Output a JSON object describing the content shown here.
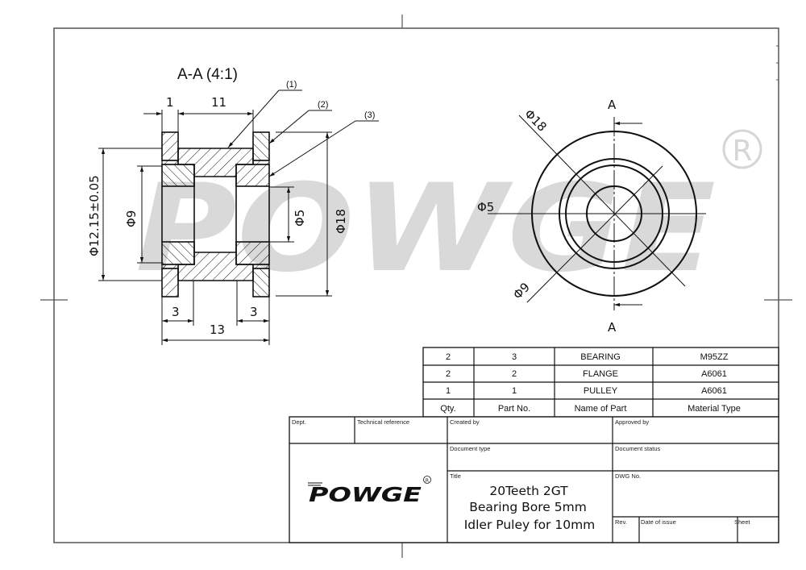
{
  "section_view": {
    "title": "A-A (4:1)",
    "callouts": [
      "(1)",
      "(2)",
      "(3)"
    ],
    "dimensions": {
      "flange_width": "1",
      "hub_length": "11",
      "bearing_width_left": "3",
      "bearing_width_right": "3",
      "overall_length": "13",
      "pitch_diameter": "Φ12.15±0.05",
      "bearing_od": "Φ9",
      "bore": "Φ5",
      "flange_od": "Φ18"
    }
  },
  "front_view": {
    "section_marker_top": "A",
    "section_marker_bottom": "A",
    "dimensions": {
      "outer": "Φ18",
      "bore": "Φ5",
      "bearing": "Φ9"
    }
  },
  "watermark": {
    "text": "POWGE",
    "registered_mark": "®"
  },
  "parts_table": {
    "headers": [
      "Qty.",
      "Part No.",
      "Name of Part",
      "Material Type"
    ],
    "rows": [
      {
        "qty": "2",
        "part_no": "3",
        "name": "BEARING",
        "material": "M95ZZ"
      },
      {
        "qty": "2",
        "part_no": "2",
        "name": "FLANGE",
        "material": "A6061"
      },
      {
        "qty": "1",
        "part_no": "1",
        "name": "PULLEY",
        "material": "A6061"
      }
    ]
  },
  "title_block": {
    "dept_label": "Dept.",
    "tech_ref_label": "Technical reference",
    "created_by_label": "Created by",
    "approved_by_label": "Approved by",
    "doc_type_label": "Document type",
    "doc_status_label": "Document status",
    "title_label": "Title",
    "dwg_no_label": "DWG No.",
    "rev_label": "Rev.",
    "date_label": "Date of issue",
    "sheet_label": "Sheet",
    "title_lines": [
      "20Teeth 2GT",
      "Bearing Bore 5mm",
      "Idler Puley for 10mm"
    ],
    "logo_text": "POWGE",
    "logo_mark": "®"
  }
}
